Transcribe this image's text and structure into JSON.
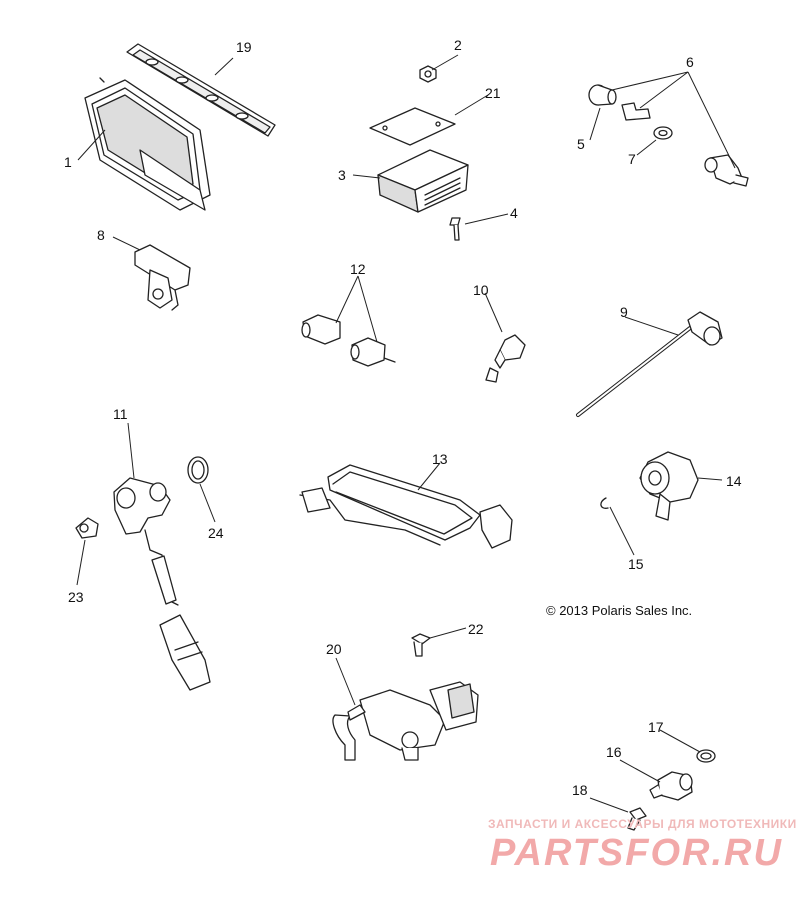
{
  "diagram": {
    "copyright": "© 2013 Polaris Sales Inc.",
    "callouts": [
      "1",
      "2",
      "3",
      "4",
      "5",
      "6",
      "7",
      "8",
      "9",
      "10",
      "11",
      "12",
      "13",
      "14",
      "15",
      "16",
      "17",
      "18",
      "19",
      "20",
      "21",
      "22",
      "23",
      "24"
    ]
  },
  "watermark": {
    "tagline": "ЗАПЧАСТИ И АКСЕССУАРЫ ДЛЯ МОТОТЕХНИКИ",
    "brand": "PARTSFOR.RU"
  },
  "colors": {
    "line": "#222222",
    "fill": "#ffffff",
    "shade": "#cfcfcf",
    "watermark": "#f2a9a9"
  }
}
